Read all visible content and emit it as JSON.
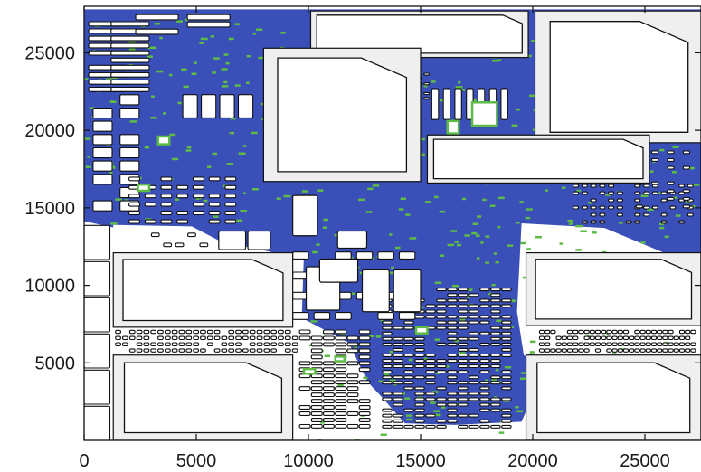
{
  "chart_data": {
    "type": "scatter",
    "title": "",
    "xlabel": "",
    "ylabel": "",
    "xlim": [
      0,
      27500
    ],
    "ylim": [
      0,
      28000
    ],
    "xticks": [
      0,
      5000,
      10000,
      15000,
      20000,
      25000
    ],
    "xtick_labels": [
      "0",
      "5000",
      "10000",
      "15000",
      "20000",
      "25000"
    ],
    "yticks": [
      5000,
      10000,
      15000,
      20000,
      25000
    ],
    "ytick_labels": [
      "5000",
      "10000",
      "15000",
      "20000",
      "25000"
    ],
    "grid": false,
    "legend": "none",
    "colors": {
      "coverage": "#3a50b8",
      "highlight": "#5dbb46",
      "block_fill": "#efefef",
      "block_inner": "#ffffff",
      "outline": "#111111",
      "background": "#ffffff"
    },
    "coverage_regions": [
      [
        [
          -200,
          27800
        ],
        [
          27500,
          27800
        ],
        [
          27500,
          3600
        ],
        [
          25600,
          3600
        ],
        [
          20500,
          4600
        ],
        [
          19500,
          1200
        ],
        [
          16500,
          1000
        ],
        [
          14300,
          1100
        ],
        [
          13200,
          2900
        ],
        [
          11000,
          6300
        ],
        [
          9500,
          7800
        ],
        [
          8400,
          11300
        ],
        [
          5000,
          12400
        ],
        [
          2800,
          13000
        ],
        [
          1400,
          13700
        ],
        [
          -200,
          14200
        ]
      ]
    ],
    "gap_regions": [
      [
        [
          1300,
          13900
        ],
        [
          4800,
          13800
        ],
        [
          6000,
          12900
        ],
        [
          8500,
          12100
        ],
        [
          9800,
          12000
        ],
        [
          9700,
          7900
        ],
        [
          11800,
          6300
        ],
        [
          13000,
          2700
        ],
        [
          14000,
          1100
        ],
        [
          9500,
          1000
        ],
        [
          8500,
          3100
        ],
        [
          8500,
          4000
        ],
        [
          5300,
          4100
        ],
        [
          5300,
          6400
        ],
        [
          1300,
          7100
        ]
      ],
      [
        [
          19500,
          14000
        ],
        [
          23200,
          13700
        ],
        [
          27500,
          11100
        ],
        [
          27500,
          3600
        ],
        [
          23000,
          3900
        ],
        [
          21000,
          4400
        ],
        [
          19600,
          5500
        ],
        [
          19300,
          8300
        ]
      ]
    ],
    "large_blocks": [
      [
        10100,
        24700,
        19800,
        27700
      ],
      [
        20100,
        19200,
        27600,
        27700
      ],
      [
        8000,
        16700,
        15000,
        25300
      ],
      [
        15300,
        16600,
        25200,
        19700
      ],
      [
        1300,
        7300,
        9300,
        12100
      ],
      [
        1300,
        0,
        9300,
        5500
      ],
      [
        19700,
        7400,
        27500,
        12100
      ],
      [
        19700,
        0,
        27500,
        5500
      ]
    ],
    "highlight_cells": [
      [
        17300,
        20300,
        18400,
        21800
      ],
      [
        16200,
        19800,
        16700,
        20600
      ],
      [
        3300,
        19100,
        3800,
        19600
      ],
      [
        2400,
        16100,
        2900,
        16500
      ],
      [
        9800,
        4300,
        10300,
        4600
      ],
      [
        14800,
        6900,
        15300,
        7300
      ],
      [
        11200,
        5100,
        11600,
        5400
      ]
    ]
  }
}
